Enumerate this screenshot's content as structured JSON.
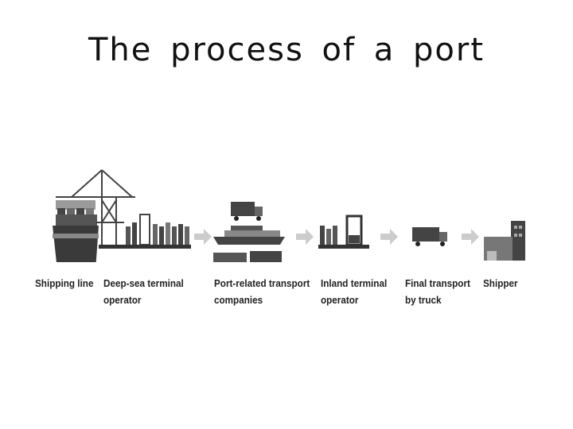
{
  "title": "The process of a port",
  "stages": [
    {
      "id": "shipping-line",
      "lines": [
        "Shipping line"
      ],
      "icon": "container-ship-icon"
    },
    {
      "id": "deep-sea-terminal-operator",
      "lines": [
        "Deep-sea terminal",
        "operator"
      ],
      "icon": "gantry-crane-icon"
    },
    {
      "id": "port-related-transport",
      "lines": [
        "Port-related transport",
        "companies"
      ],
      "icon": "truck-barge-train-icon"
    },
    {
      "id": "inland-terminal-operator",
      "lines": [
        "Inland terminal",
        "operator"
      ],
      "icon": "inland-terminal-icon"
    },
    {
      "id": "final-transport-truck",
      "lines": [
        "Final transport",
        "by truck"
      ],
      "icon": "truck-icon"
    },
    {
      "id": "shipper",
      "lines": [
        "Shipper"
      ],
      "icon": "warehouse-icon"
    }
  ],
  "colors": {
    "dark": "#333333",
    "mid": "#777777",
    "light": "#bbbbbb",
    "arrow": "#cccccc"
  }
}
